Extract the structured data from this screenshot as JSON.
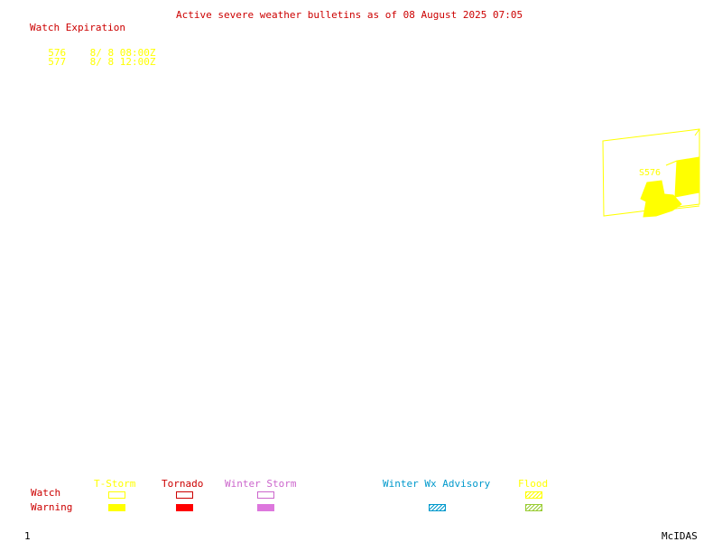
{
  "title": "Active severe weather bulletins as of 08 August 2025 07:05",
  "watch_expiration": {
    "heading": "Watch Expiration",
    "rows": [
      {
        "id": "576",
        "expires": "8/ 8 08:00Z"
      },
      {
        "id": "577",
        "expires": "8/ 8 12:00Z"
      }
    ]
  },
  "map": {
    "watch_label": "S576",
    "colors": {
      "tstorm": "#ffff00"
    }
  },
  "legend": {
    "row_labels": {
      "watch": "Watch",
      "warning": "Warning"
    },
    "categories": [
      {
        "name": "T-Storm",
        "color": "#ffff00"
      },
      {
        "name": "Tornado",
        "color": "#cc0000"
      },
      {
        "name": "Winter Storm",
        "color": "#cc66cc"
      },
      {
        "name": "Winter Wx Advisory",
        "color": "#0099cc"
      },
      {
        "name": "Flood",
        "color": "#99cc33"
      }
    ]
  },
  "footer": {
    "frame": "1",
    "brand": "McIDAS"
  }
}
